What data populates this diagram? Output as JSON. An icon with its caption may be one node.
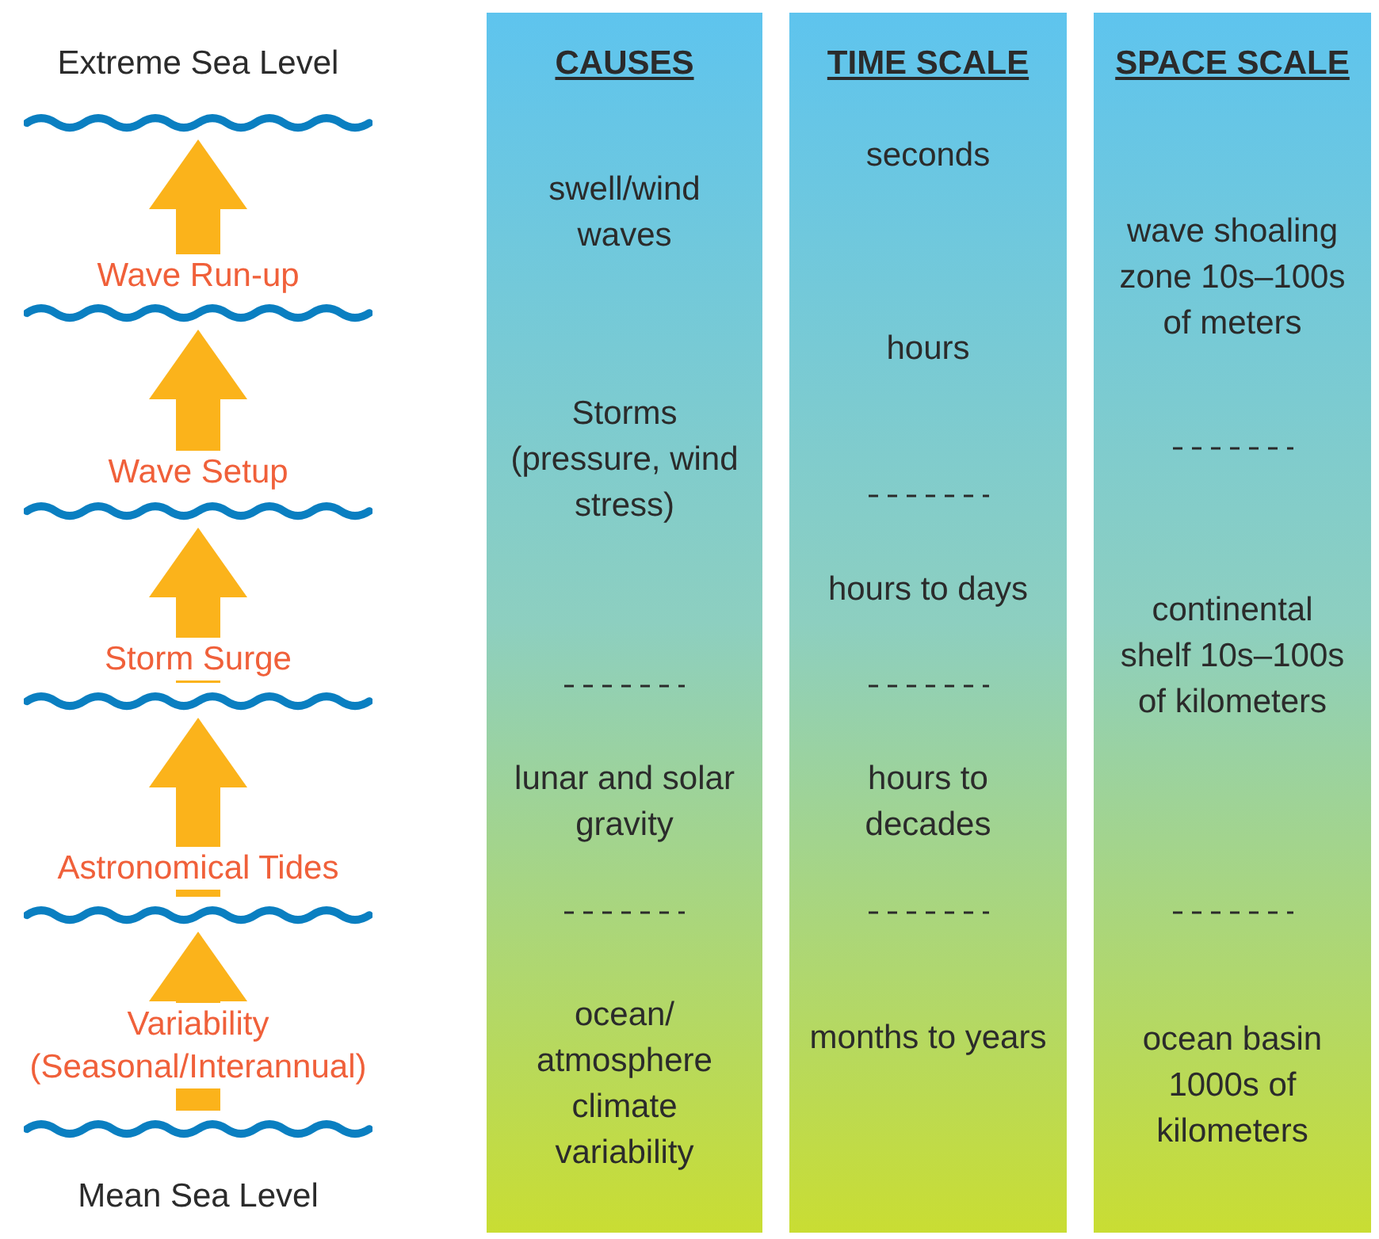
{
  "diagram": {
    "nodes": [
      {
        "text": [],
        "shape": "wave",
        "beside": [
          "Extreme Sea Level"
        ]
      },
      {
        "text": [],
        "shape": "wave"
      },
      {
        "text": [],
        "shape": "wave"
      },
      {
        "text": [],
        "shape": "wave"
      },
      {
        "text": [],
        "shape": "wave"
      },
      {
        "text": [],
        "shape": "wave",
        "beside": [
          "Mean Sea Level"
        ]
      },
      {
        "text": [
          "CAUSES",
          "swell/wind waves",
          "Storms (pressure, wind stress)",
          "lunar and solar gravity",
          "ocean/ atmosphere climate variability"
        ]
      },
      {
        "text": [
          "TIME SCALE",
          "seconds",
          "hours",
          "hours to days",
          "hours to decades",
          "months to years"
        ]
      },
      {
        "text": [
          "SPACE SCALE",
          "wave shoaling zone 10s–100s of meters",
          "continental shelf 10s–100s of kilometers",
          "ocean basin 1000s of kilometers"
        ]
      }
    ],
    "edges": [
      {
        "from": 5,
        "to": 4,
        "arrow": "to",
        "label": "Variability (Seasonal/Interannual)"
      },
      {
        "from": 4,
        "to": 3,
        "arrow": "to",
        "label": "Astronomical Tides"
      },
      {
        "from": 3,
        "to": 2,
        "arrow": "to",
        "label": "Storm Surge"
      },
      {
        "from": 2,
        "to": 1,
        "arrow": "to",
        "label": "Wave Setup"
      },
      {
        "from": 1,
        "to": 0,
        "arrow": "to",
        "label": "Wave Run-up"
      }
    ]
  }
}
